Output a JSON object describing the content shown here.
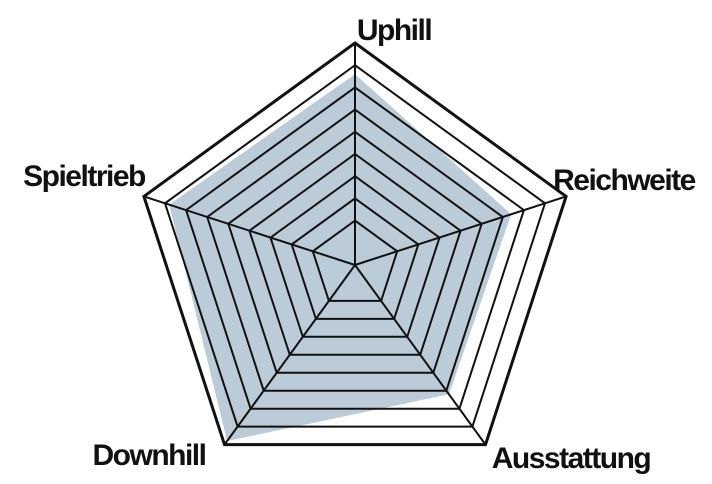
{
  "chart_data": {
    "type": "radar",
    "axes": [
      "Uphill",
      "Reichweite",
      "Ausstattung",
      "Downhill",
      "Spieltrieb"
    ],
    "series": [
      {
        "values": [
          8.6,
          7.4,
          7.2,
          9.8,
          8.8
        ]
      }
    ],
    "rlim": [
      0,
      10
    ],
    "rings": [
      2,
      3,
      4,
      5,
      6,
      7,
      8,
      9,
      10
    ],
    "grid": true,
    "legend": "none",
    "colors": {
      "fill": "#bccbd8",
      "grid": "#111111",
      "outer_ring": "#111111"
    }
  }
}
